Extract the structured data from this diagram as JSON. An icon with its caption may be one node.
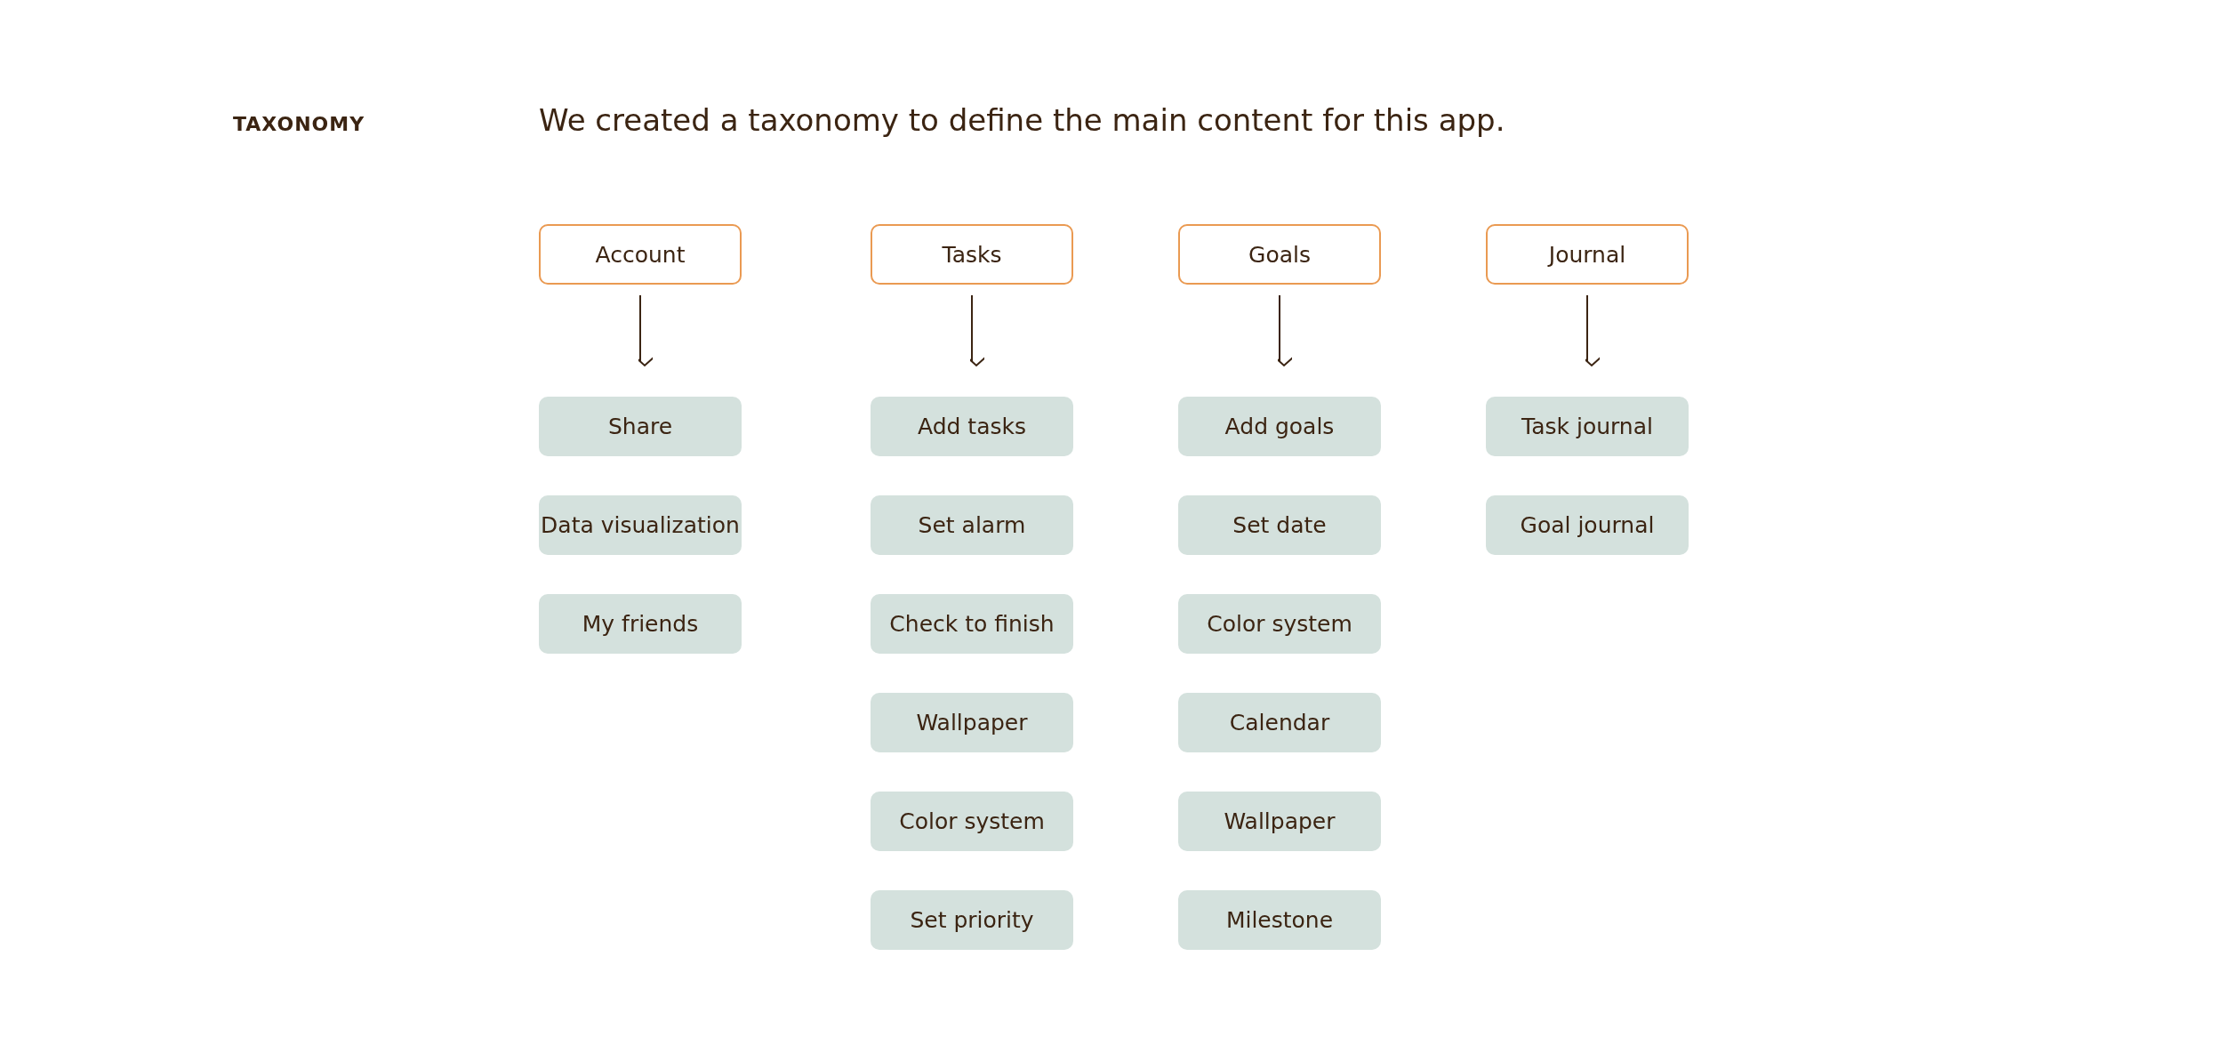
{
  "diagram": {
    "title": "TAXONOMY",
    "nodes": [
      {
        "text": [
          "Account"
        ]
      },
      {
        "text": [
          "Tasks"
        ]
      },
      {
        "text": [
          "Goals"
        ]
      },
      {
        "text": [
          "Journal"
        ]
      },
      {
        "text": [
          "Share"
        ]
      },
      {
        "text": [
          "Data visualization"
        ]
      },
      {
        "text": [
          "My friends"
        ]
      },
      {
        "text": [
          "Add tasks"
        ]
      },
      {
        "text": [
          "Set alarm"
        ]
      },
      {
        "text": [
          "Check to finish"
        ]
      },
      {
        "text": [
          "Wallpaper"
        ]
      },
      {
        "text": [
          "Color system"
        ]
      },
      {
        "text": [
          "Set priority"
        ]
      },
      {
        "text": [
          "Add goals"
        ]
      },
      {
        "text": [
          "Set date"
        ]
      },
      {
        "text": [
          "Color system"
        ]
      },
      {
        "text": [
          "Calendar"
        ]
      },
      {
        "text": [
          "Wallpaper"
        ]
      },
      {
        "text": [
          "Milestone"
        ]
      },
      {
        "text": [
          "Task journal"
        ]
      },
      {
        "text": [
          "Goal journal"
        ]
      }
    ],
    "edges": [
      {
        "from": 0,
        "to": 4,
        "arrow": "to"
      },
      {
        "from": 1,
        "to": 7,
        "arrow": "to"
      },
      {
        "from": 2,
        "to": 13,
        "arrow": "to"
      },
      {
        "from": 3,
        "to": 19,
        "arrow": "to"
      }
    ],
    "labels": [
      "We created a taxonomy to define the main content for this app."
    ]
  }
}
